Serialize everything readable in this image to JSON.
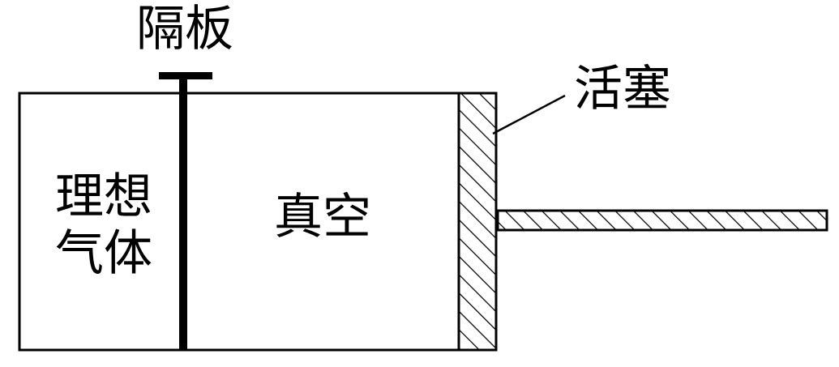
{
  "labels": {
    "partition": "隔板",
    "piston": "活塞",
    "ideal_gas_line1": "理想",
    "ideal_gas_line2": "气体",
    "vacuum": "真空"
  },
  "colors": {
    "line": "#000000",
    "background": "#ffffff"
  }
}
